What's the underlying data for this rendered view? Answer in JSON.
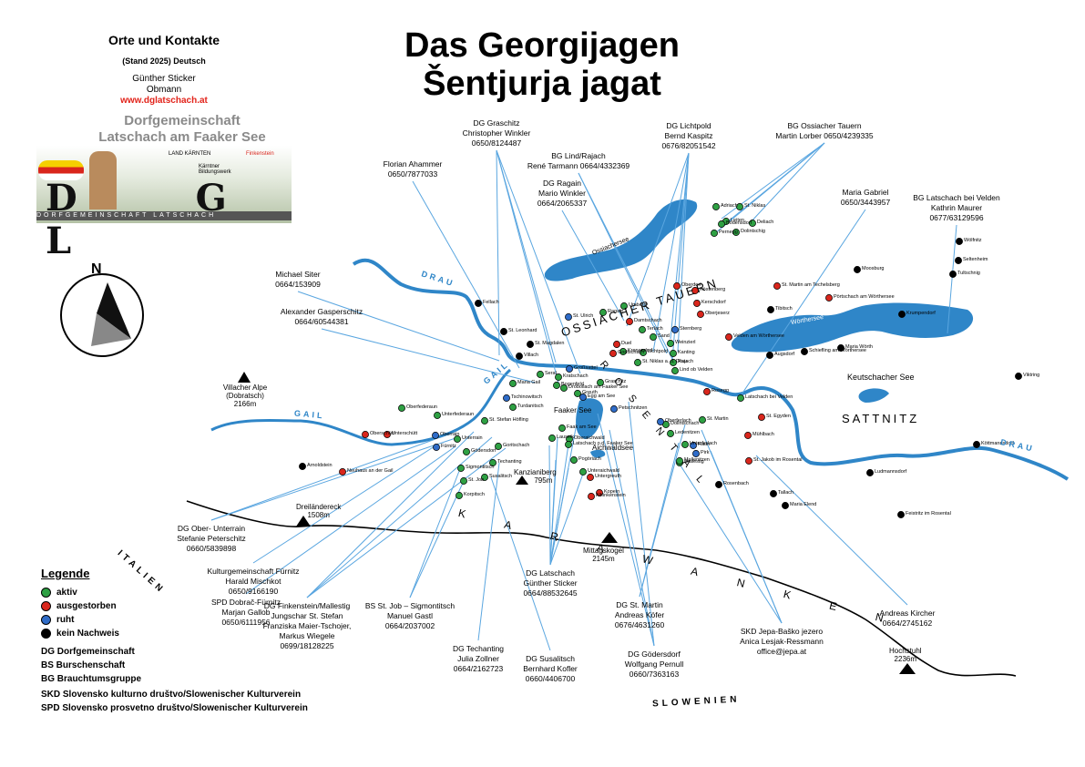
{
  "header": {
    "title": "Orte und Kontakte",
    "subtitle": "(Stand 2025) Deutsch",
    "name": "Günther Sticker",
    "role": "Obmann",
    "url": "www.dglatschach.at",
    "brand_line1": "Dorfgemeinschaft",
    "brand_line2": "Latschach am Faaker See",
    "logo_letters": "D G L",
    "logo_band": "DORFGEMEINSCHAFT LATSCHACH",
    "sponsor1": "LAND KÄRNTEN",
    "sponsor2": "Finkenstein",
    "sponsor3": "Kärntner Bildungswerk"
  },
  "map_title_line1": "Das Georgijagen",
  "map_title_line2": "Šentjurja jagat",
  "colors": {
    "active": "#2ea043",
    "extinct": "#d9261c",
    "dormant": "#2f6cc8",
    "unknown": "#000000",
    "water": "#2f86c8",
    "line": "#5aa6e0"
  },
  "contacts": [
    {
      "lines": [
        "DG Graschitz",
        "Christopher Winkler",
        "0650/8124487"
      ]
    },
    {
      "lines": [
        "Florian Ahammer",
        "0650/7877033"
      ]
    },
    {
      "lines": [
        "BG Lind/Rajach",
        "René Tarmann 0664/4332369"
      ]
    },
    {
      "lines": [
        "DG Ragain",
        "Mario Winkler",
        "0664/2065337"
      ]
    },
    {
      "lines": [
        "DG Lichtpold",
        "Bernd Kaspitz",
        "0676/82051542"
      ]
    },
    {
      "lines": [
        "BG Ossiacher Tauern",
        "Martin Lorber 0650/4239335"
      ]
    },
    {
      "lines": [
        "Maria Gabriel",
        "0650/3443957"
      ]
    },
    {
      "lines": [
        "BG Latschach bei Velden",
        "Kathrin Maurer",
        "0677/63129596"
      ]
    },
    {
      "lines": [
        "Michael Siter",
        "0664/153909"
      ]
    },
    {
      "lines": [
        "Alexander Gasperschitz",
        "0664/60544381"
      ]
    },
    {
      "lines": [
        "DG Ober- Unterrain",
        "Stefanie Peterschitz",
        "0660/5839898"
      ]
    },
    {
      "lines": [
        "Kulturgemeinschaft Fürnitz",
        "Harald Mischkot",
        "0650/9166190"
      ]
    },
    {
      "lines": [
        "SPD Dobrač-Fürnitz",
        "Marjan Gallob",
        "0650/6111956"
      ]
    },
    {
      "lines": [
        "DG Finkenstein/Mallestig",
        "Jungschar St. Stefan",
        "Franziska Maier-Tschojer,",
        "Markus Wiegele",
        "0699/18128225"
      ]
    },
    {
      "lines": [
        "BS St. Job – Sigmontitsch",
        "Manuel Gastl",
        "0664/2037002"
      ]
    },
    {
      "lines": [
        "DG Techanting",
        "Julia Zollner",
        "0664/2162723"
      ]
    },
    {
      "lines": [
        "DG Susalitsch",
        "Bernhard Kofler",
        "0660/4406700"
      ]
    },
    {
      "lines": [
        "DG Latschach",
        "Günther Sticker",
        "0664/88532645"
      ]
    },
    {
      "lines": [
        "DG St. Martin",
        "Andreas Köfer",
        "0676/4631260"
      ]
    },
    {
      "lines": [
        "DG Gödersdorf",
        "Wolfgang Pernull",
        "0660/7363163"
      ]
    },
    {
      "lines": [
        "SKD Jepa-Baško jezero",
        "Anica Lesjak-Ressmann",
        "office@jepa.at"
      ]
    },
    {
      "lines": [
        "Andreas Kircher",
        "0664/2745162"
      ]
    }
  ],
  "places": [
    {
      "name": "Adriach",
      "status": "active"
    },
    {
      "name": "St. Niklas",
      "status": "active"
    },
    {
      "name": "Leiten",
      "status": "active"
    },
    {
      "name": "Deliach",
      "status": "active"
    },
    {
      "name": "Pernegg",
      "status": "active"
    },
    {
      "name": "Dolintschig",
      "status": "active"
    },
    {
      "name": "Bodensdorf",
      "status": "active"
    },
    {
      "name": "Oberdorf",
      "status": "extinct"
    },
    {
      "name": "Köstenberg",
      "status": "extinct"
    },
    {
      "name": "Kerschdorf",
      "status": "extinct"
    },
    {
      "name": "Oberjeserz",
      "status": "extinct"
    },
    {
      "name": "St. Martin am Techelsberg",
      "status": "extinct"
    },
    {
      "name": "Pörtschach am Wörthersee",
      "status": "extinct"
    },
    {
      "name": "Tibitsch",
      "status": "unknown"
    },
    {
      "name": "Wölfnitz",
      "status": "unknown"
    },
    {
      "name": "Moosburg",
      "status": "unknown"
    },
    {
      "name": "Seltenheim",
      "status": "unknown"
    },
    {
      "name": "Tultschnig",
      "status": "unknown"
    },
    {
      "name": "Krumpendorf",
      "status": "unknown"
    },
    {
      "name": "Velden am Wörthersee",
      "status": "extinct"
    },
    {
      "name": "Augsdorf",
      "status": "unknown"
    },
    {
      "name": "Schiefling am Wörthersee",
      "status": "unknown"
    },
    {
      "name": "Maria Wörth",
      "status": "unknown"
    },
    {
      "name": "Viktring",
      "status": "unknown"
    },
    {
      "name": "Fellach",
      "status": "unknown"
    },
    {
      "name": "St. Leonhard",
      "status": "unknown"
    },
    {
      "name": "St. Magdalen",
      "status": "unknown"
    },
    {
      "name": "Villach",
      "status": "unknown"
    },
    {
      "name": "Ragain",
      "status": "active"
    },
    {
      "name": "Umberg",
      "status": "active"
    },
    {
      "name": "St. Ulrich",
      "status": "dormant"
    },
    {
      "name": "Damtschach",
      "status": "extinct"
    },
    {
      "name": "Terlach",
      "status": "active"
    },
    {
      "name": "Sternberg",
      "status": "dormant"
    },
    {
      "name": "Sand",
      "status": "active"
    },
    {
      "name": "Weinzierl",
      "status": "active"
    },
    {
      "name": "Duel",
      "status": "extinct"
    },
    {
      "name": "Kronendorf",
      "status": "active"
    },
    {
      "name": "Lichtpold",
      "status": "active"
    },
    {
      "name": "Kanting",
      "status": "active"
    },
    {
      "name": "Goritschach",
      "status": "extinct"
    },
    {
      "name": "Rajach",
      "status": "active"
    },
    {
      "name": "St. Niklas a. d. Drau",
      "status": "active"
    },
    {
      "name": "Lind ob Velden",
      "status": "active"
    },
    {
      "name": "Großsattel",
      "status": "dormant"
    },
    {
      "name": "Seral",
      "status": "active"
    },
    {
      "name": "Kratschach",
      "status": "active"
    },
    {
      "name": "Bogenfeld",
      "status": "active"
    },
    {
      "name": "Graschitz",
      "status": "active"
    },
    {
      "name": "Maria Gail",
      "status": "active"
    },
    {
      "name": "Drobollach am Faaker See",
      "status": "active"
    },
    {
      "name": "Tschinowitsch",
      "status": "dormant"
    },
    {
      "name": "Greuth",
      "status": "active"
    },
    {
      "name": "Egg am See",
      "status": "dormant"
    },
    {
      "name": "Turdanitsch",
      "status": "active"
    },
    {
      "name": "Petschnitzen",
      "status": "dormant"
    },
    {
      "name": "Rosegg",
      "status": "extinct"
    },
    {
      "name": "Latschach bei Velden",
      "status": "active"
    },
    {
      "name": "St. Martin",
      "status": "active"
    },
    {
      "name": "Dolintschach",
      "status": "active"
    },
    {
      "name": "Oberferlach",
      "status": "dormant"
    },
    {
      "name": "Mühlbach",
      "status": "extinct"
    },
    {
      "name": "St. Egyden",
      "status": "extinct"
    },
    {
      "name": "Oberfederaun",
      "status": "active"
    },
    {
      "name": "Unterfederaun",
      "status": "active"
    },
    {
      "name": "St. Stefan Höfling",
      "status": "active"
    },
    {
      "name": "Oberschütt",
      "status": "extinct"
    },
    {
      "name": "Unterschütt",
      "status": "extinct"
    },
    {
      "name": "Oberrain",
      "status": "dormant"
    },
    {
      "name": "Unterrain",
      "status": "active"
    },
    {
      "name": "Fürnitz",
      "status": "dormant"
    },
    {
      "name": "Faak am See",
      "status": "active"
    },
    {
      "name": "Lauseik",
      "status": "active"
    },
    {
      "name": "Oberaichwald",
      "status": "active"
    },
    {
      "name": "Latschach o.d. Faaker See",
      "status": "active"
    },
    {
      "name": "Ledenitzen",
      "status": "active"
    },
    {
      "name": "Raun",
      "status": "dormant"
    },
    {
      "name": "Pirk",
      "status": "dormant"
    },
    {
      "name": "Mallestig",
      "status": "active"
    },
    {
      "name": "Unterferlach",
      "status": "active"
    },
    {
      "name": "St. Jakob im Rosental",
      "status": "extinct"
    },
    {
      "name": "Gödersdorf",
      "status": "active"
    },
    {
      "name": "Goritschach",
      "status": "active"
    },
    {
      "name": "Pogöriach",
      "status": "active"
    },
    {
      "name": "Techanting",
      "status": "active"
    },
    {
      "name": "Arnoldstein",
      "status": "unknown"
    },
    {
      "name": "Neuhaus an der Gail",
      "status": "extinct"
    },
    {
      "name": "Sigmontitsch",
      "status": "active"
    },
    {
      "name": "Susalitsch",
      "status": "active"
    },
    {
      "name": "Unteraichwald",
      "status": "active"
    },
    {
      "name": "Untergreuth",
      "status": "extinct"
    },
    {
      "name": "Kopein",
      "status": "extinct"
    },
    {
      "name": "Altfinkenstein",
      "status": "extinct"
    },
    {
      "name": "Mallenitzen",
      "status": "active"
    },
    {
      "name": "St. Job",
      "status": "active"
    },
    {
      "name": "Korpitsch",
      "status": "active"
    },
    {
      "name": "Rosenbach",
      "status": "unknown"
    },
    {
      "name": "Tallach",
      "status": "unknown"
    },
    {
      "name": "Maria Elend",
      "status": "unknown"
    },
    {
      "name": "Ludmannsdorf",
      "status": "unknown"
    },
    {
      "name": "Köttmannsdorf",
      "status": "unknown"
    },
    {
      "name": "Feistritz im Rosental",
      "status": "unknown"
    }
  ],
  "lakes": {
    "ossiach": "Ossiachersee",
    "woerth": "Wörthersee",
    "faak": "Faaker See",
    "keutschach": "Keutschacher See",
    "aichwald": "Aichwaldsee"
  },
  "rivers": {
    "drau": "DRAU",
    "gail": "GAIL"
  },
  "regions": {
    "ossiacher_tauern": "OSSIACHER TAUERN",
    "rosental": "ROSENTAL",
    "sattnitz": "SATTNITZ",
    "karawanken": "KARAWANKEN"
  },
  "countries": {
    "italy": "ITALIEN",
    "slovenia": "SLOWENIEN"
  },
  "peaks": [
    {
      "name": "Villacher Alpe (Dobratsch)",
      "height": "2166m"
    },
    {
      "name": "Dreiländereck",
      "height": "1508m"
    },
    {
      "name": "Kanzianiberg",
      "height": "795m"
    },
    {
      "name": "Mittagskogel",
      "height": "2145m"
    },
    {
      "name": "Hochstuhl",
      "height": "2236m"
    }
  ],
  "compass": "N",
  "legend": {
    "title": "Legende",
    "items": [
      {
        "label": "aktiv",
        "status": "active"
      },
      {
        "label": "ausgestorben",
        "status": "extinct"
      },
      {
        "label": "ruht",
        "status": "dormant"
      },
      {
        "label": "kein Nachweis",
        "status": "unknown"
      }
    ],
    "abbreviations": [
      "DG Dorfgemeinschaft",
      "BS Burschenschaft",
      "BG Brauchtumsgruppe",
      "SKD Slovensko kulturno društvo/Slowenischer Kulturverein",
      "SPD Slovensko prosvetno društvo/Slowenischer Kulturverein"
    ]
  }
}
